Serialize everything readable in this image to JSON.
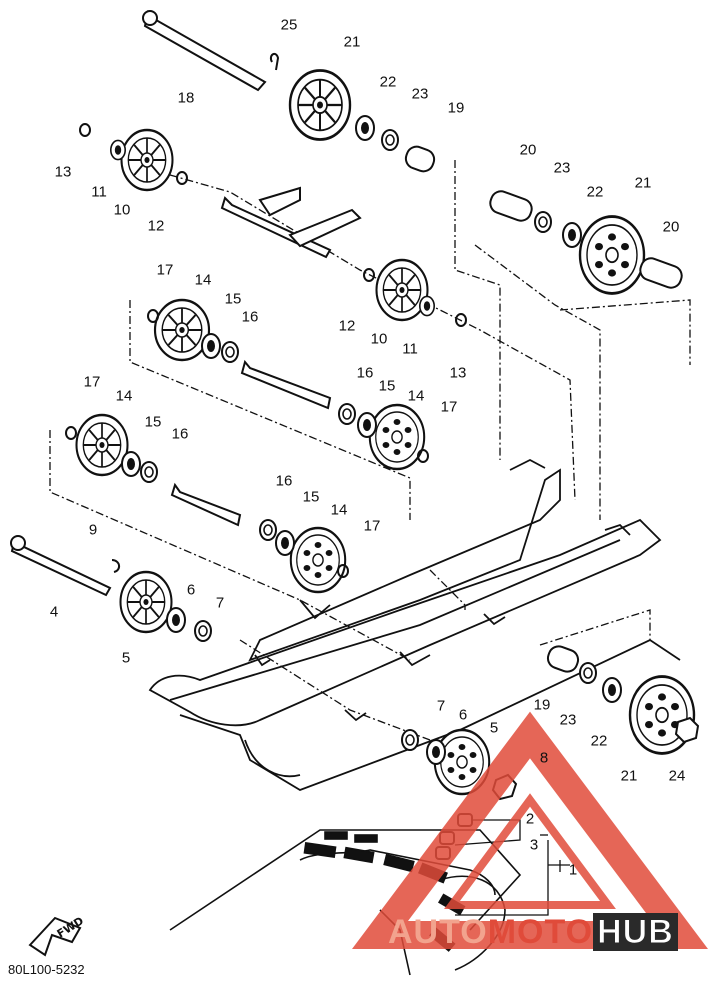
{
  "drawing_code": "80L100-5232",
  "fwd_label": "FWD",
  "watermark": {
    "part1": "AUTO",
    "part2": "MOTO",
    "part3": "HUB",
    "color_light": "#f2a38e",
    "color_red": "#e04b3a",
    "color_dark": "#2a2a2a"
  },
  "labels": [
    {
      "id": "25a",
      "text": "25"
    },
    {
      "id": "21a",
      "text": "21"
    },
    {
      "id": "22a",
      "text": "22"
    },
    {
      "id": "23a",
      "text": "23"
    },
    {
      "id": "19a",
      "text": "19"
    },
    {
      "id": "18",
      "text": "18"
    },
    {
      "id": "13a",
      "text": "13"
    },
    {
      "id": "11a",
      "text": "11"
    },
    {
      "id": "10a",
      "text": "10"
    },
    {
      "id": "12a",
      "text": "12"
    },
    {
      "id": "20a",
      "text": "20"
    },
    {
      "id": "23b",
      "text": "23"
    },
    {
      "id": "22b",
      "text": "22"
    },
    {
      "id": "21b",
      "text": "21"
    },
    {
      "id": "20b",
      "text": "20"
    },
    {
      "id": "17a",
      "text": "17"
    },
    {
      "id": "14a",
      "text": "14"
    },
    {
      "id": "15a",
      "text": "15"
    },
    {
      "id": "16a",
      "text": "16"
    },
    {
      "id": "12b",
      "text": "12"
    },
    {
      "id": "10b",
      "text": "10"
    },
    {
      "id": "11b",
      "text": "11"
    },
    {
      "id": "13b",
      "text": "13"
    },
    {
      "id": "16b",
      "text": "16"
    },
    {
      "id": "15b",
      "text": "15"
    },
    {
      "id": "14b",
      "text": "14"
    },
    {
      "id": "17b",
      "text": "17"
    },
    {
      "id": "17c",
      "text": "17"
    },
    {
      "id": "14c",
      "text": "14"
    },
    {
      "id": "15c",
      "text": "15"
    },
    {
      "id": "16c",
      "text": "16"
    },
    {
      "id": "16d",
      "text": "16"
    },
    {
      "id": "15d",
      "text": "15"
    },
    {
      "id": "14d",
      "text": "14"
    },
    {
      "id": "17d",
      "text": "17"
    },
    {
      "id": "9",
      "text": "9"
    },
    {
      "id": "4",
      "text": "4"
    },
    {
      "id": "6a",
      "text": "6"
    },
    {
      "id": "7a",
      "text": "7"
    },
    {
      "id": "5a",
      "text": "5"
    },
    {
      "id": "19b",
      "text": "19"
    },
    {
      "id": "23c",
      "text": "23"
    },
    {
      "id": "22c",
      "text": "22"
    },
    {
      "id": "21c",
      "text": "21"
    },
    {
      "id": "24",
      "text": "24"
    },
    {
      "id": "7b",
      "text": "7"
    },
    {
      "id": "6b",
      "text": "6"
    },
    {
      "id": "5b",
      "text": "5"
    },
    {
      "id": "8",
      "text": "8"
    },
    {
      "id": "2",
      "text": "2"
    },
    {
      "id": "3",
      "text": "3"
    },
    {
      "id": "1",
      "text": "1"
    }
  ]
}
